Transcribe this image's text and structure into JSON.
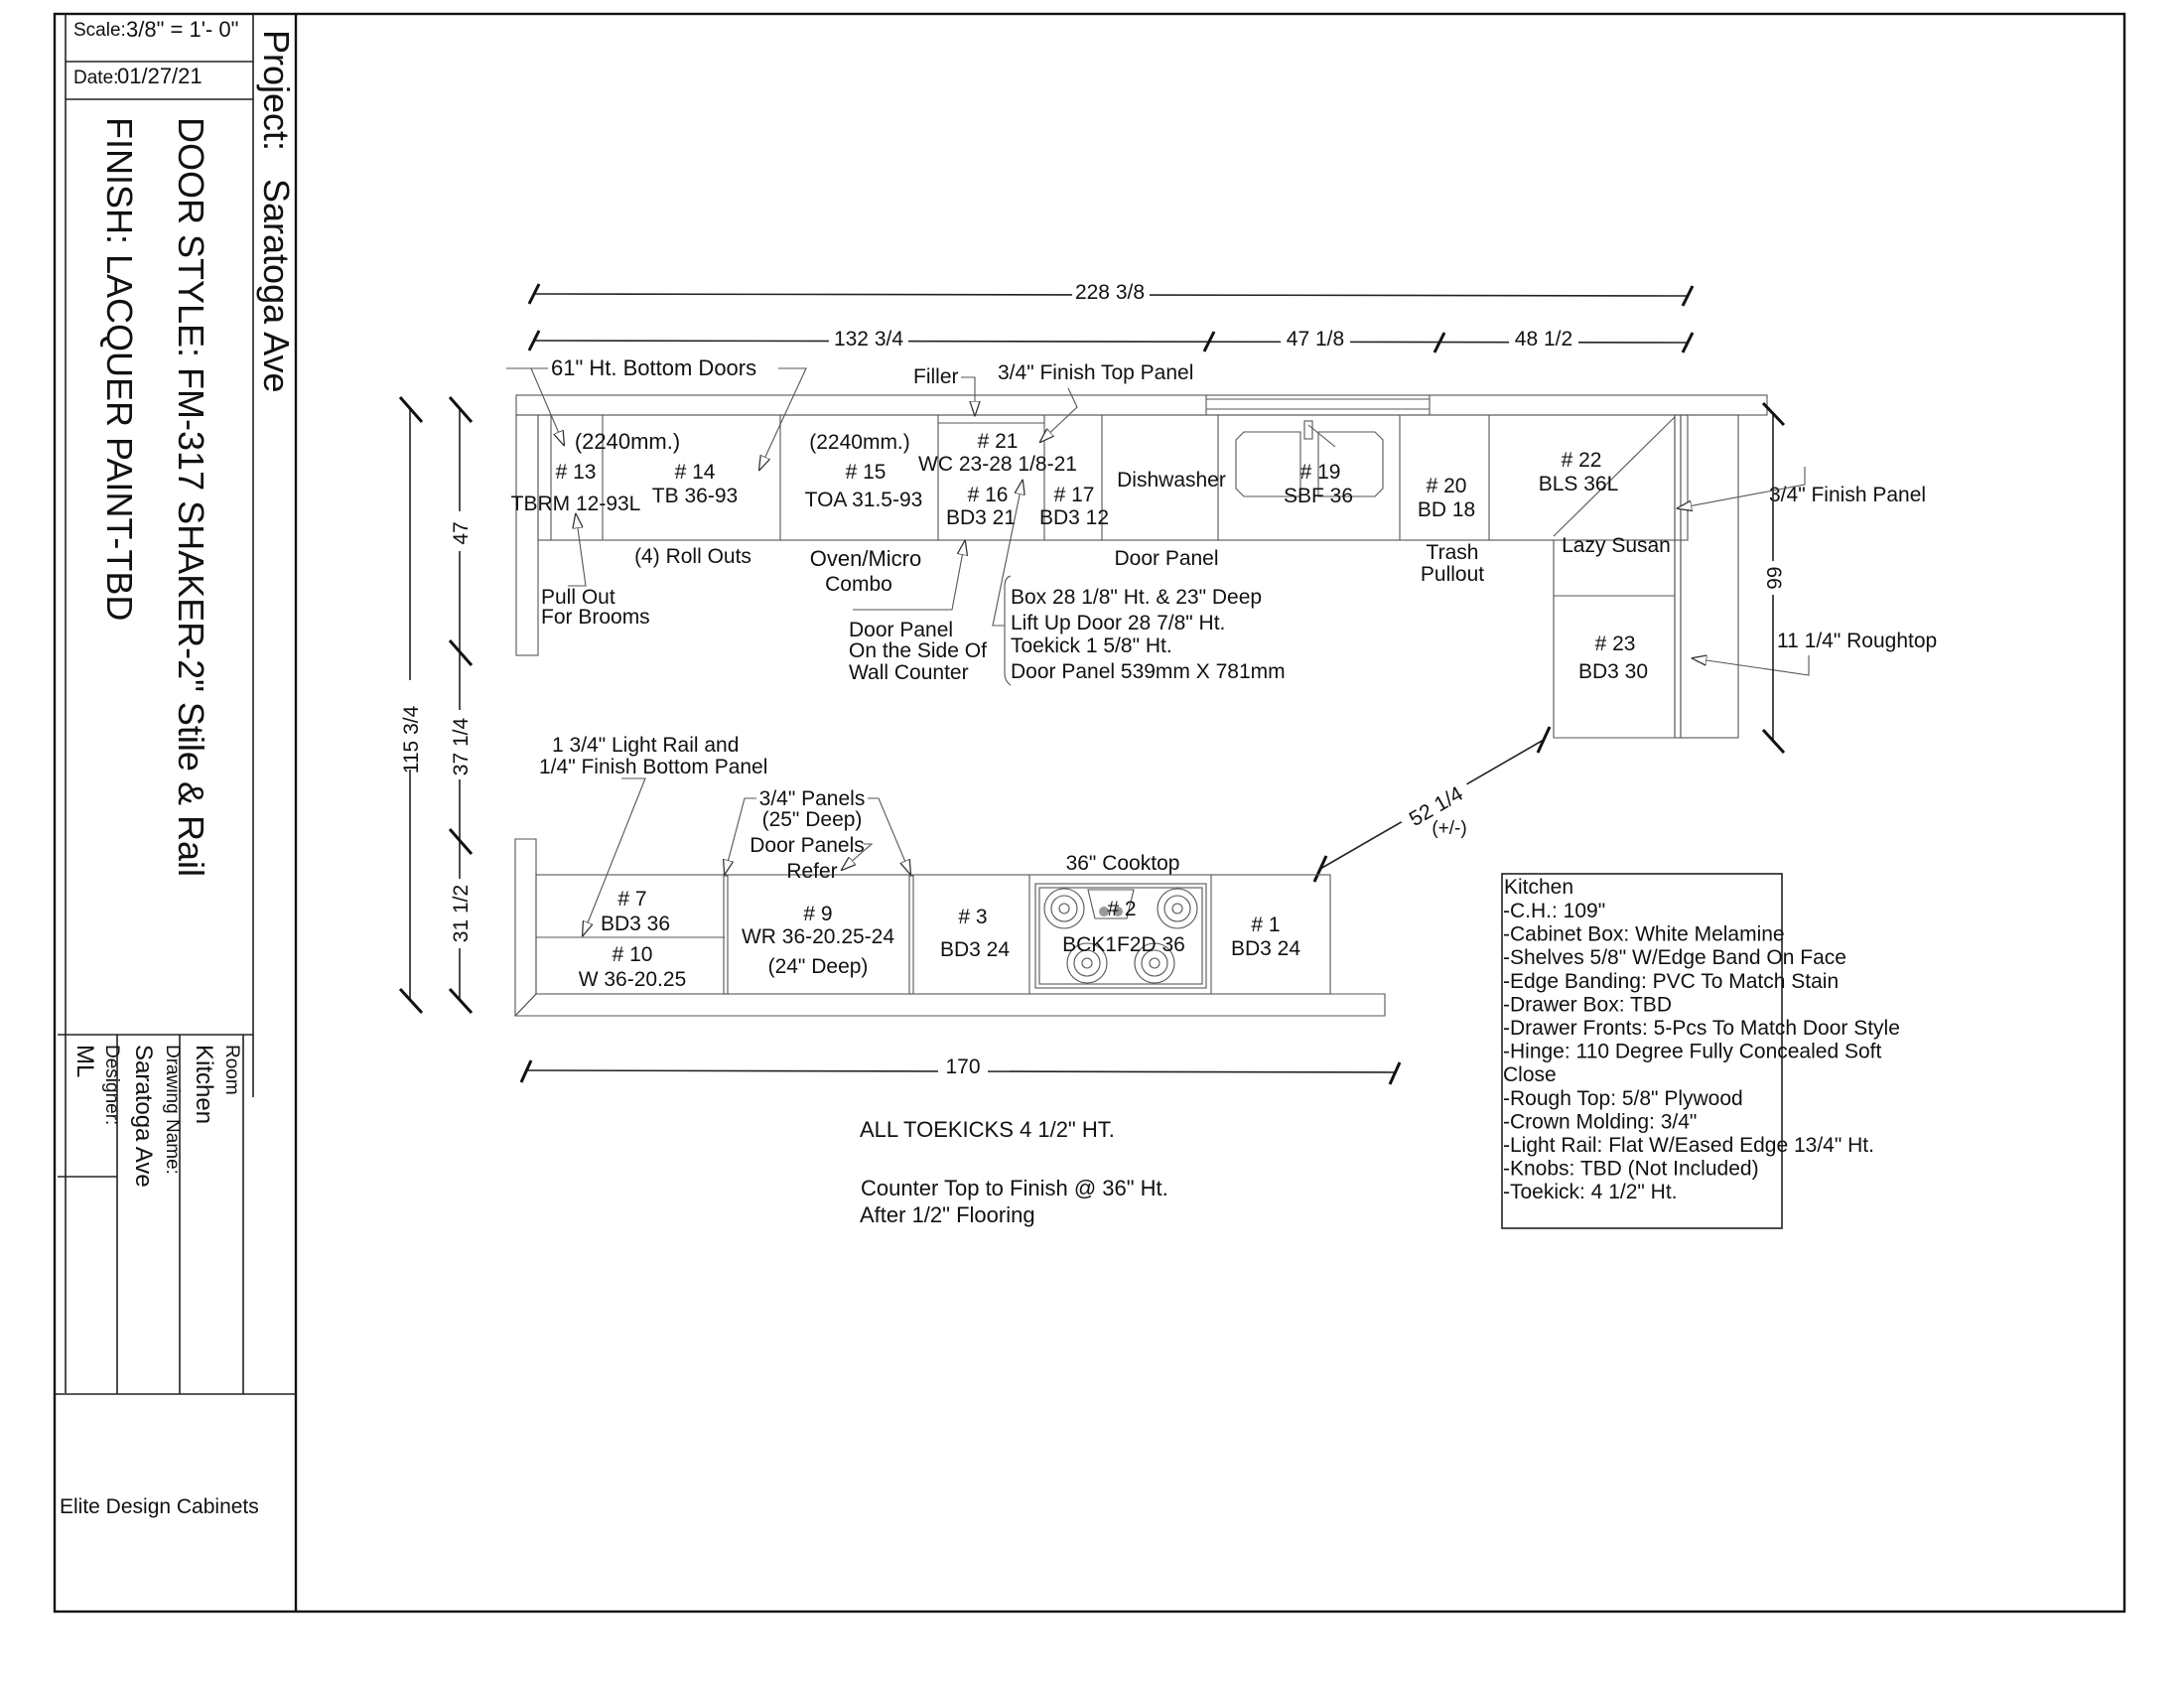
{
  "title_block": {
    "scale_label": "Scale:",
    "scale_value": "3/8\" = 1'- 0\"",
    "date_label": "Date:",
    "date_value": "01/27/21",
    "project_label": "Project:",
    "project_value": "Saratoga Ave",
    "door_style": "DOOR STYLE: FM-317 SHAKER-2\" Stile & Rail",
    "finish": "FINISH: LACQUER PAINT-TBD",
    "room_label": "Room",
    "room_value": "Kitchen",
    "drawing_name_label": "Drawing Name:",
    "drawing_name_value": "Saratoga Ave",
    "designer_label": "Designer:",
    "designer_value": "ML",
    "company": "Elite Design Cabinets"
  },
  "dimensions": {
    "overall_top": "228 3/8",
    "top_left": "132 3/4",
    "top_mid": "47 1/8",
    "top_right": "48 1/2",
    "left_total": "115 3/4",
    "left_upper": "47",
    "left_middle": "37 1/4",
    "left_lower": "31 1/2",
    "right_return": "66",
    "diagonal": "52 1/4",
    "diagonal_note": "(+/-)",
    "bottom_run": "170"
  },
  "top_run": {
    "callouts": {
      "bottom_doors": "61\" Ht. Bottom Doors",
      "filler": "Filler",
      "finish_top_panel": "3/4\" Finish Top Panel",
      "finish_panel": "3/4\" Finish Panel",
      "roughtop": "11 1/4\" Roughtop",
      "roll_outs": "(4) Roll Outs",
      "oven_micro_1": "Oven/Micro",
      "oven_micro_2": "Combo",
      "pull_out_1": "Pull Out",
      "pull_out_2": "For Brooms",
      "door_panel_side_1": "Door Panel",
      "door_panel_side_2": "On the Side Of",
      "door_panel_side_3": "Wall Counter",
      "door_panel": "Door Panel",
      "trash_1": "Trash",
      "trash_2": "Pullout",
      "lazy_susan": "Lazy Susan",
      "wc_notes": [
        "Box 28 1/8\" Ht. & 23\" Deep",
        "Lift Up Door 28 7/8\" Ht.",
        "Toekick 1 5/8\" Ht.",
        "Door Panel 539mm X 781mm"
      ]
    },
    "cabinets": [
      {
        "num": "# 13",
        "code": "TBRM 12-93L",
        "note": "(2240mm.)"
      },
      {
        "num": "# 14",
        "code": "TB 36-93"
      },
      {
        "num": "# 15",
        "code": "TOA 31.5-93",
        "note": "(2240mm.)"
      },
      {
        "num": "# 21",
        "code": "WC 23-28 1/8-21"
      },
      {
        "num": "# 16",
        "code": "BD3 21"
      },
      {
        "num": "# 17",
        "code": "BD3 12"
      },
      {
        "num": "",
        "code": "Dishwasher"
      },
      {
        "num": "# 19",
        "code": "SBF 36"
      },
      {
        "num": "# 20",
        "code": "BD 18"
      },
      {
        "num": "# 22",
        "code": "BLS 36L"
      },
      {
        "num": "# 23",
        "code": "BD3 30"
      }
    ]
  },
  "bottom_run": {
    "callouts": {
      "light_rail_1": "1 3/4\" Light Rail and",
      "light_rail_2": "1/4\" Finish Bottom Panel",
      "panels_1": "3/4\" Panels",
      "panels_2": "(25\" Deep)",
      "door_panels": "Door Panels",
      "refer": "Refer",
      "cooktop": "36\" Cooktop"
    },
    "cabinets": [
      {
        "num": "# 7",
        "code": "BD3 36"
      },
      {
        "num": "# 10",
        "code": "W 36-20.25"
      },
      {
        "num": "# 9",
        "code": "WR 36-20.25-24",
        "note": "(24\" Deep)"
      },
      {
        "num": "# 3",
        "code": "BD3 24"
      },
      {
        "num": "# 2",
        "code": "BCK1F2D 36"
      },
      {
        "num": "# 1",
        "code": "BD3 24"
      }
    ]
  },
  "notes": {
    "toekicks": "ALL TOEKICKS 4 1/2\" HT.",
    "counter_1": "Counter Top to Finish @ 36\" Ht.",
    "counter_2": "After 1/2\" Flooring"
  },
  "spec_box": {
    "title": "Kitchen",
    "lines": [
      "-C.H.: 109\"",
      "-Cabinet Box: White Melamine",
      "-Shelves 5/8\" W/Edge Band On Face",
      "-Edge Banding: PVC To Match Stain",
      "-Drawer Box: TBD",
      "-Drawer Fronts: 5-Pcs To Match Door Style",
      "-Hinge: 110 Degree Fully Concealed Soft",
      "Close",
      "-Rough Top: 5/8\" Plywood",
      "-Crown Molding: 3/4\"",
      "-Light Rail: Flat W/Eased Edge 13/4\" Ht.",
      "-Knobs: TBD (Not Included)",
      "-Toekick: 4 1/2\" Ht."
    ]
  }
}
